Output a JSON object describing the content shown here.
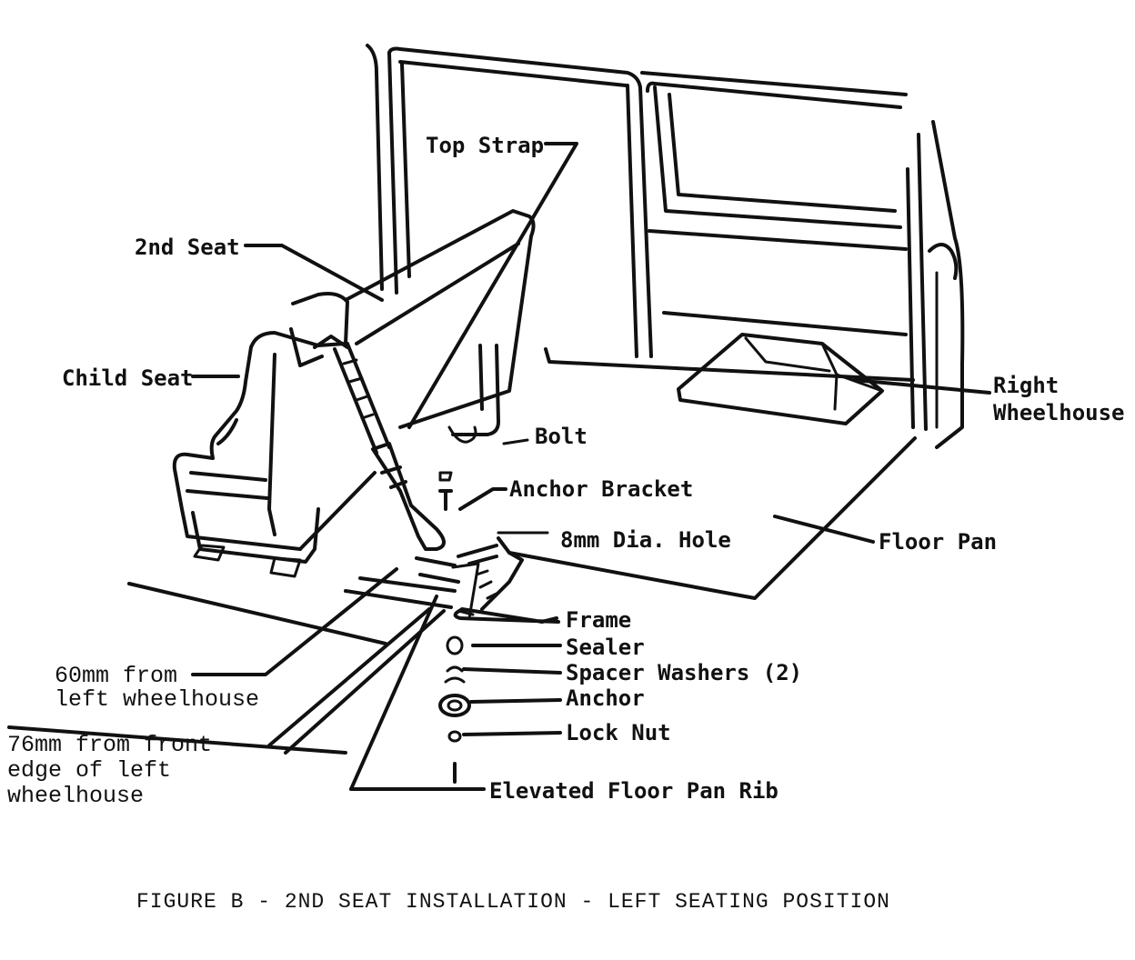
{
  "diagram": {
    "labels": {
      "top_strap": "Top Strap",
      "second_seat": "2nd Seat",
      "child_seat": "Child Seat",
      "bolt": "Bolt",
      "anchor_bracket": "Anchor Bracket",
      "hole": "8mm  Dia. Hole",
      "right_wheelhouse_1": "Right",
      "right_wheelhouse_2": "Wheelhouse",
      "floor_pan": "Floor Pan",
      "frame": "Frame",
      "sealer": "Sealer",
      "spacer_washers": "Spacer Washers (2)",
      "anchor": "Anchor",
      "lock_nut": "Lock Nut",
      "elevated_rib": "Elevated Floor Pan Rib",
      "dim_60_1": "60mm from",
      "dim_60_2": "left wheelhouse",
      "dim_76_1": "76mm from front",
      "dim_76_2": "edge of left",
      "dim_76_3": "wheelhouse"
    },
    "caption": "FIGURE B - 2ND SEAT INSTALLATION - LEFT SEATING POSITION"
  }
}
